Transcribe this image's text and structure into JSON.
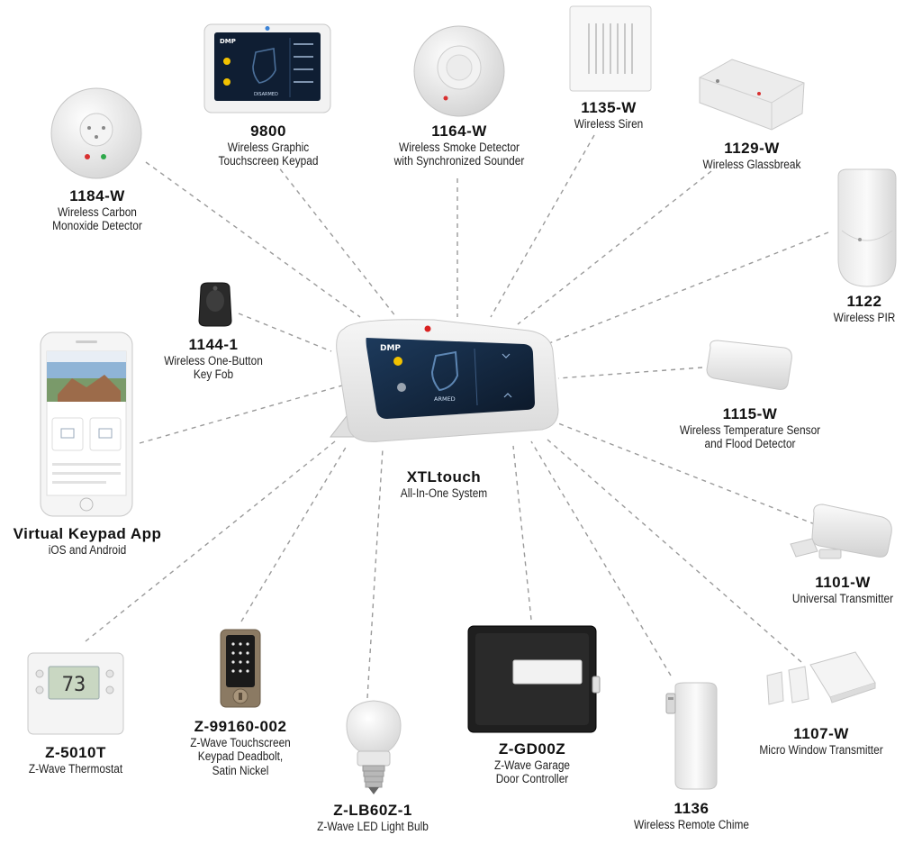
{
  "hub": {
    "code": "XTLtouch",
    "desc1": "All-In-One System",
    "screen_brand": "DMP",
    "screen_status": "ARMED"
  },
  "devices": [
    {
      "id": "1184w",
      "code": "1184-W",
      "desc1": "Wireless Carbon",
      "desc2": "Monoxide Detector"
    },
    {
      "id": "9800",
      "code": "9800",
      "desc1": "Wireless Graphic",
      "desc2": "Touchscreen Keypad",
      "screen_brand": "DMP",
      "screen_status": "DISARMED"
    },
    {
      "id": "1164w",
      "code": "1164-W",
      "desc1": "Wireless Smoke Detector",
      "desc2": "with Synchronized Sounder"
    },
    {
      "id": "1135w",
      "code": "1135-W",
      "desc1": "Wireless Siren",
      "desc2": ""
    },
    {
      "id": "1129w",
      "code": "1129-W",
      "desc1": "Wireless Glassbreak",
      "desc2": ""
    },
    {
      "id": "1122",
      "code": "1122",
      "desc1": "Wireless PIR",
      "desc2": ""
    },
    {
      "id": "1144",
      "code": "1144-1",
      "desc1": "Wireless One-Button",
      "desc2": "Key Fob"
    },
    {
      "id": "1115w",
      "code": "1115-W",
      "desc1": "Wireless Temperature Sensor",
      "desc2": "and Flood Detector"
    },
    {
      "id": "vkapp",
      "code": "Virtual Keypad App",
      "desc1": "iOS and Android",
      "desc2": ""
    },
    {
      "id": "1101w",
      "code": "1101-W",
      "desc1": "Universal Transmitter",
      "desc2": ""
    },
    {
      "id": "1107w",
      "code": "1107-W",
      "desc1": "Micro Window Transmitter",
      "desc2": ""
    },
    {
      "id": "z5010t",
      "code": "Z-5010T",
      "desc1": "Z-Wave Thermostat",
      "desc2": "",
      "display": "73"
    },
    {
      "id": "z99160",
      "code": "Z-99160-002",
      "desc1": "Z-Wave Touchscreen",
      "desc2": "Keypad Deadbolt,",
      "desc3": "Satin Nickel"
    },
    {
      "id": "zlb60",
      "code": "Z-LB60Z-1",
      "desc1": "Z-Wave LED Light Bulb",
      "desc2": ""
    },
    {
      "id": "zgd00z",
      "code": "Z-GD00Z",
      "desc1": "Z-Wave Garage",
      "desc2": "Door Controller"
    },
    {
      "id": "1136",
      "code": "1136",
      "desc1": "Wireless Remote Chime",
      "desc2": ""
    }
  ]
}
